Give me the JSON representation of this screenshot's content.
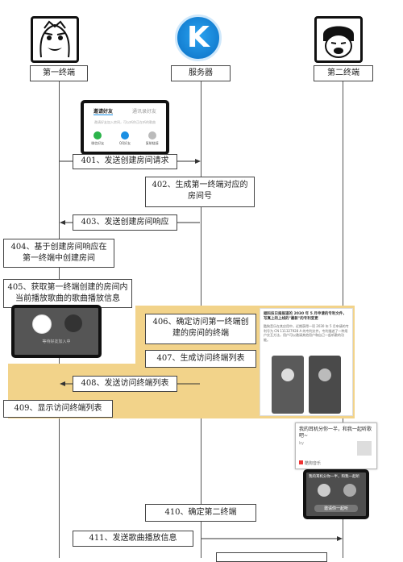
{
  "headers": {
    "first_terminal": "第一终端",
    "server": "服务器",
    "second_terminal": "第二终端"
  },
  "server_logo_letter": "K",
  "steps": {
    "s401": "401、发送创建房间请求",
    "s402": "402、生成第一终端对应的房间号",
    "s403": "403、发送创建房间响应",
    "s404": "404、基于创建房间响应在第一终端中创建房间",
    "s405": "405、获取第一终端创建的房间内当前播放歌曲的歌曲播放信息",
    "s406": "406、确定访问第一终端创建的房间的终端",
    "s407": "407、生成访问终端列表",
    "s408": "408、发送访问终端列表",
    "s409": "409、显示访问终端列表",
    "s410": "410、确定第二终端",
    "s411": "411、发送歌曲播放信息"
  },
  "invite_popup": {
    "tab_active": "邀请好友",
    "tab_inactive": "通讯录好友",
    "hint": "邀请好友加入房间，可以听你正在听的歌曲",
    "options": [
      "微信好友",
      "QQ好友",
      "复制链接"
    ]
  },
  "room_phone": {
    "caption": "等待好友加入中"
  },
  "article": {
    "title": "据科技日报报道的 2030 年 5 月申请的专利文件，写真上的上线的\"最新\"的专利变更",
    "body": "酷狗音乐在其应用中，近期获得一项 2030 年 5 月申请的专利号为 CN 111327928 A 的专利文件，专利描述了一种用户交互方法，用户可以邀请其他用户和自己一起听歌的功能。"
  },
  "share_card": {
    "message": "我的耳机分你一半，和我一起听歌吧~",
    "sub": "by",
    "app": "酷狗音乐"
  },
  "listen_phone": {
    "top_text": "我的耳机分你一半，和我一起听",
    "button": "邀请你一起听"
  },
  "colors": {
    "highlight": "#f2d38a",
    "kugou_blue": "#1a8fe3",
    "phone_border": "#111111"
  }
}
